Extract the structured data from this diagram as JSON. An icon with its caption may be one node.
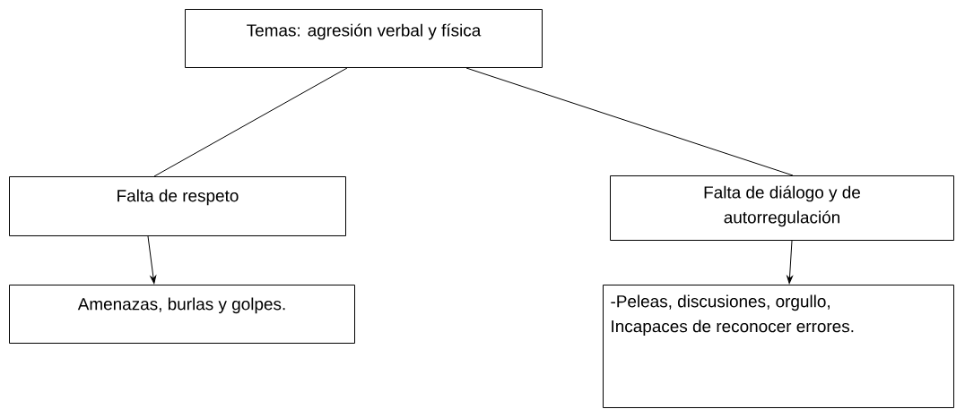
{
  "diagram": {
    "nodes": [
      {
        "text": [
          "Temas: agresión verbal y física"
        ]
      },
      {
        "text": [
          "Falta de respeto"
        ]
      },
      {
        "text": [
          "Falta de diálogo y de autorregulación"
        ]
      },
      {
        "text": [
          "Amenazas, burlas y golpes."
        ]
      },
      {
        "text": [
          "-Peleas, discusiones, orgullo, Incapaces de reconocer errores."
        ]
      }
    ],
    "edges": [
      {
        "from": 0,
        "to": 1,
        "arrow": "none"
      },
      {
        "from": 0,
        "to": 2,
        "arrow": "none"
      },
      {
        "from": 1,
        "to": 3,
        "arrow": "to"
      },
      {
        "from": 2,
        "to": 4,
        "arrow": "to"
      }
    ]
  }
}
